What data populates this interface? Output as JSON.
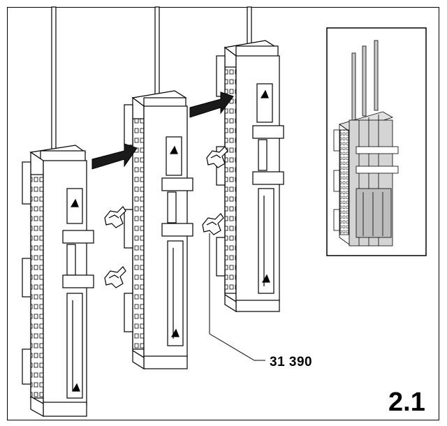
{
  "figure": {
    "part_number": "31 390",
    "figure_number": "2.1"
  },
  "colors": {
    "line": "#000000",
    "paper": "#ffffff",
    "module_face": "#ffffff",
    "arrow_fill": "#1a1a1a",
    "inset_fill": "#c8c8c8"
  },
  "icons": {
    "arrow": "push-right-arrow",
    "clip": "connector-clip-icon"
  }
}
